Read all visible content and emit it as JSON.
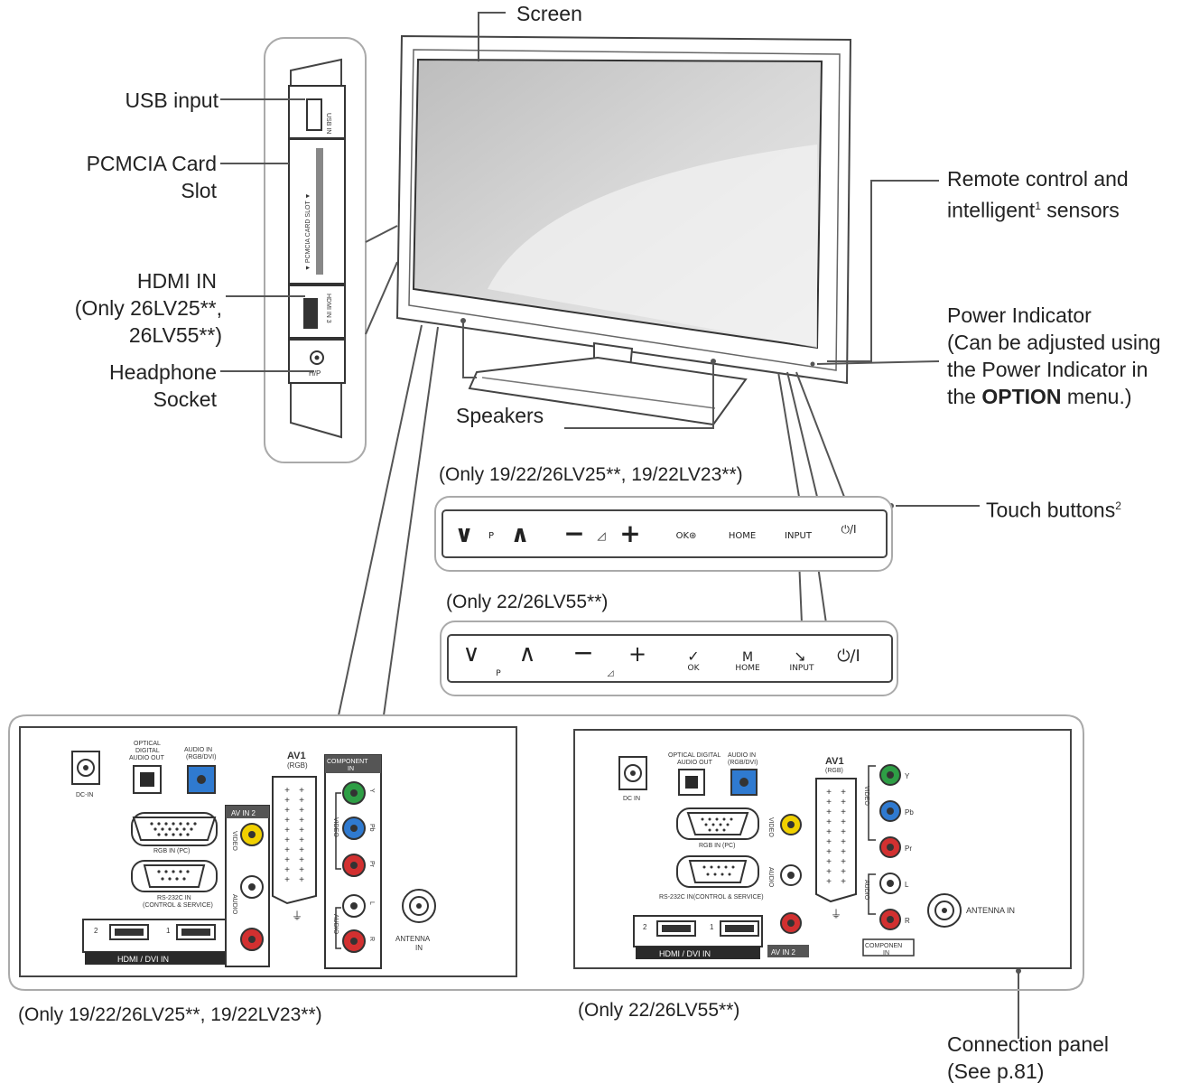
{
  "labels": {
    "screen": "Screen",
    "usb_input": "USB input",
    "pcmcia_line1": "PCMCIA Card",
    "pcmcia_line2": "Slot",
    "hdmi_line1": "HDMI IN",
    "hdmi_line2": "(Only 26LV25**,",
    "hdmi_line3": "26LV55**)",
    "headphone_line1": "Headphone",
    "headphone_line2": "Socket",
    "speakers": "Speakers",
    "remote_line1": "Remote control and",
    "remote_line2_a": "intelligent",
    "remote_line2_sup": "1",
    "remote_line2_b": " sensors",
    "power_line1": "Power Indicator",
    "power_line2": "(Can be adjusted using",
    "power_line3": "the Power Indicator in",
    "power_line4_a": "the ",
    "power_line4_bold": "OPTION",
    "power_line4_b": " menu.)",
    "touch_a": "Touch buttons",
    "touch_sup": "2",
    "connection_line1": "Connection panel",
    "connection_line2": "(See p.81)"
  },
  "side_panel": {
    "usb": "USB IN",
    "pcmcia": "▼ PCMCIA CARD SLOT ▼",
    "hdmi": "HDMI IN 3",
    "headphone": "H/P"
  },
  "captions": {
    "touch_top": "(Only 19/22/26LV25**, 19/22LV23**)",
    "touch_bottom": "(Only 22/26LV55**)",
    "panel_left": "(Only 19/22/26LV25**, 19/22LV23**)",
    "panel_right": "(Only 22/26LV55**)"
  },
  "touch_bar_1": [
    "∨",
    "P",
    "∧",
    "−",
    "◿",
    "+",
    "OK⊛",
    "HOME",
    "INPUT",
    "⏻/I"
  ],
  "touch_bar_2": {
    "icons": [
      "∨",
      "∧",
      "−",
      "+",
      "✓",
      "M",
      "↘",
      "⏻/I"
    ],
    "subs": [
      "P",
      "◿",
      "OK",
      "HOME",
      "INPUT"
    ]
  },
  "left_panel": {
    "dc_in": "DC-IN",
    "optical": [
      "OPTICAL",
      "DIGITAL",
      "AUDIO OUT"
    ],
    "audio_in": [
      "AUDIO IN",
      "(RGB/DVI)"
    ],
    "rgb_in": "RGB IN (PC)",
    "rs232": [
      "RS-232C IN",
      "(CONTROL & SERVICE)"
    ],
    "av_in2": "AV IN 2",
    "av1": [
      "AV1",
      "(RGB)"
    ],
    "component": [
      "COMPONENT",
      "IN"
    ],
    "video": "VIDEO",
    "audio": "AUDIO",
    "y": "Y",
    "pb": "Pb",
    "pr": "Pr",
    "l": "L",
    "r": "R",
    "antenna": [
      "ANTENNA",
      "IN"
    ],
    "hdmi_nums": [
      "2",
      "1"
    ],
    "hdmi_bar": "HDMI / DVI IN"
  },
  "right_panel": {
    "dc_in": "DC IN",
    "optical": [
      "OPTICAL DIGITAL",
      "AUDIO OUT"
    ],
    "audio_in": [
      "AUDIO IN",
      "(RGB/DVI)"
    ],
    "av1": [
      "AV1",
      "(RGB)"
    ],
    "rgb_in": "RGB IN (PC)",
    "rs232": "RS-232C IN(CONTROL & SERVICE)",
    "av_in2": "AV IN 2",
    "component": [
      "COMPONEN",
      "IN"
    ],
    "antenna": "ANTENNA IN",
    "hdmi_nums": [
      "2",
      "1"
    ],
    "hdmi_bar": "HDMI / DVI IN"
  },
  "colors": {
    "line": "#555555",
    "green": "#2e9e45",
    "blue": "#2f7ad0",
    "red": "#d23030",
    "yellow": "#f0d000",
    "dark": "#2a2a2a"
  }
}
